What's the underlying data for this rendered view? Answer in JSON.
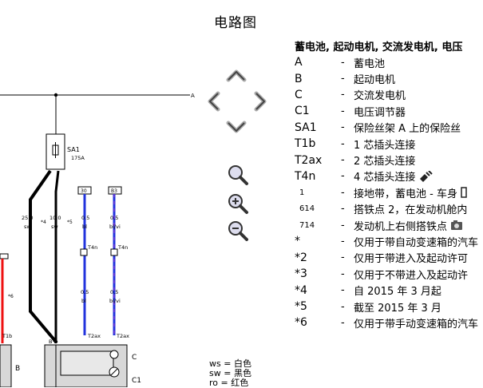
{
  "title": "电路图",
  "legend": {
    "header": "蓄电池, 起动电机, 交流发电机, 电压",
    "rows": [
      {
        "code": "A",
        "desc": "蓄电池"
      },
      {
        "code": "B",
        "desc": "起动电机"
      },
      {
        "code": "C",
        "desc": "交流发电机"
      },
      {
        "code": "C1",
        "desc": "电压调节器"
      },
      {
        "code": "SA1",
        "desc": "保险丝架 A 上的保险丝"
      },
      {
        "code": "T1b",
        "desc": "1 芯插头连接"
      },
      {
        "code": "T2ax",
        "desc": "2 芯插头连接"
      },
      {
        "code": "T4n",
        "desc": "4 芯插头连接",
        "icon": "plug-icon"
      },
      {
        "code": "1",
        "desc": "接地带，蓄电池 - 车身",
        "small": true,
        "icon": "ground-strap-icon"
      },
      {
        "code": "614",
        "desc": "搭铁点 2，在发动机舱内",
        "small": true
      },
      {
        "code": "714",
        "desc": "发动机上右侧搭铁点",
        "small": true,
        "icon": "camera-icon"
      },
      {
        "code": "*",
        "desc": "仅用于带自动变速箱的汽车"
      },
      {
        "code": "*2",
        "desc": "仅用于带进入及起动许可"
      },
      {
        "code": "*3",
        "desc": "仅用于不带进入及起动许"
      },
      {
        "code": "*4",
        "desc": "自 2015 年 3 月起"
      },
      {
        "code": "*5",
        "desc": "截至 2015 年 3 月"
      },
      {
        "code": "*6",
        "desc": "仅用于带手动变速箱的汽车"
      }
    ]
  },
  "color_key": [
    {
      "code": "ws",
      "name": "白色"
    },
    {
      "code": "sw",
      "name": "黑色"
    },
    {
      "code": "ro",
      "name": "红色"
    }
  ],
  "diagram": {
    "fuse_label": "SA1",
    "fuse_rating": "175A",
    "connector_t4n": "T4n",
    "connector_t4n2": "T4n",
    "pin_top_1": "30",
    "pin_top_2": "B3",
    "pin_c": "C",
    "pin_c1": "C1",
    "pin_b": "B",
    "pin_a_bplus": "B+",
    "t1b": "T1b",
    "t2ax_1": "T2ax",
    "t2ax_2": "T2ax",
    "w1_size": "25.0",
    "w1_col": "sw",
    "w2_size": "10.0",
    "w2_col": "sw",
    "w3_size": "0.5",
    "w3_col": "bl",
    "w4_size": "0.5",
    "w4_col": "bl/vi",
    "w5_size": "0.5",
    "w5_col": "bl",
    "w6_size": "0.5",
    "w6_col": "bl/vi",
    "marker_4": "*4",
    "marker_5": "*5",
    "marker_6": "*6",
    "left_label": "B",
    "ref_a": "A"
  }
}
